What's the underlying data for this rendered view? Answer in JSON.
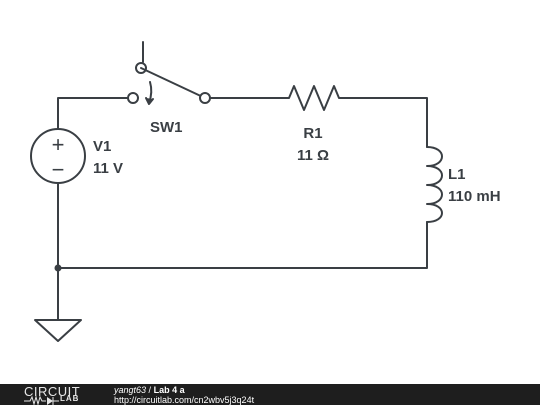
{
  "components": {
    "switch": {
      "name": "SW1"
    },
    "resistor": {
      "name": "R1",
      "value": "11 Ω"
    },
    "inductor": {
      "name": "L1",
      "value": "110 mH"
    },
    "source": {
      "name": "V1",
      "value": "11 V",
      "plus": "+",
      "minus": "−"
    }
  },
  "footer": {
    "logo_top": "CIRCUIT",
    "logo_bottom": "LAB",
    "user": "yangt63",
    "separator": "/",
    "title": "Lab 4 a",
    "url": "http://circuitlab.com/cn2wbv5j3q24t"
  },
  "colors": {
    "wire": "#3a3f44",
    "footer_bg": "#1e1e1e",
    "footer_text": "#ffffff"
  }
}
